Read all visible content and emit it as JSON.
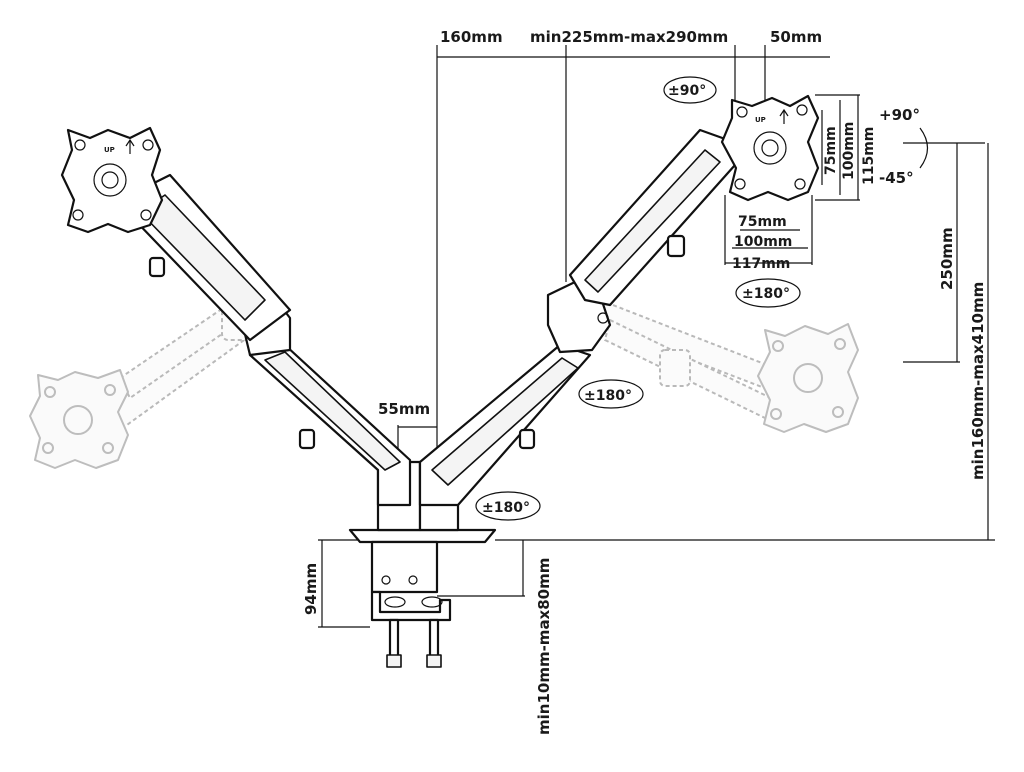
{
  "title": "",
  "labels": {
    "arm_length": "160mm",
    "arm_extension": "min225mm-max290mm",
    "vesa_offset": "50mm",
    "tilt_up": "+90°",
    "tilt_down": "-45°",
    "rotate_top": "±90°",
    "rotate_vesa": "±180°",
    "rotate_joint": "±180°",
    "rotate_base": "±180°",
    "vesa_v_75": "75mm",
    "vesa_v_100": "100mm",
    "vesa_v_115": "115mm",
    "vesa_h_75": "75mm",
    "vesa_h_100": "100mm",
    "vesa_h_117": "117mm",
    "height_vertical": "250mm",
    "height_range": "min160mm-max410mm",
    "pole_gap": "55mm",
    "clamp_height": "94mm",
    "desk_thickness": "min10mm-max80mm"
  },
  "clamp": {
    "up_label": "UP"
  }
}
